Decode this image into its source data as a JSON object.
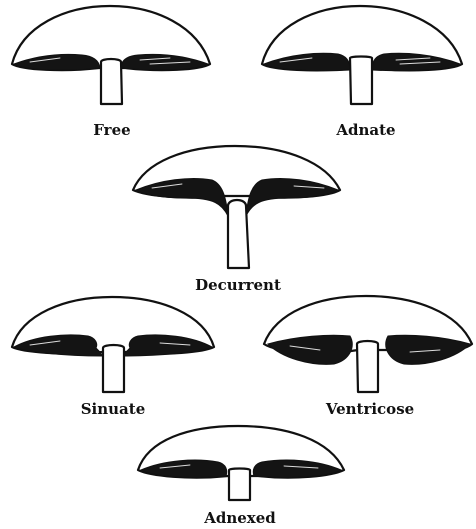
{
  "figure": {
    "ink_color": "#111111",
    "paper_color": "#ffffff",
    "types": [
      {
        "id": "free",
        "label": "Free"
      },
      {
        "id": "adnate",
        "label": "Adnate"
      },
      {
        "id": "decurrent",
        "label": "Decurrent"
      },
      {
        "id": "sinuate",
        "label": "Sinuate"
      },
      {
        "id": "ventricose",
        "label": "Ventricose"
      },
      {
        "id": "adnexed",
        "label": "Adnexed"
      }
    ]
  }
}
